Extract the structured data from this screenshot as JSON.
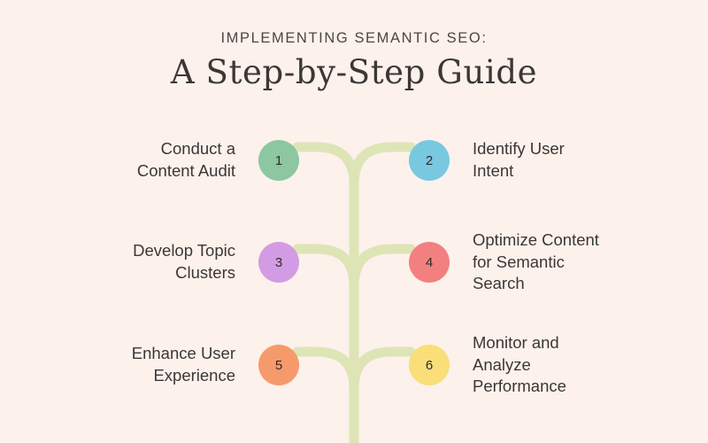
{
  "canvas": {
    "background_color": "#fdf1ec",
    "branch_color": "#dde5b6"
  },
  "header": {
    "eyebrow": "IMPLEMENTING SEMANTIC SEO:",
    "headline": "A Step-by-Step Guide",
    "eyebrow_color": "#4a4643",
    "headline_color": "#3b3735"
  },
  "steps": [
    {
      "number": "1",
      "label": "Conduct a\nContent Audit",
      "side": "left",
      "color": "#8cc7a1"
    },
    {
      "number": "2",
      "label": "Identify User\nIntent",
      "side": "right",
      "color": "#78c8df"
    },
    {
      "number": "3",
      "label": "Develop Topic\nClusters",
      "side": "left",
      "color": "#d39be3"
    },
    {
      "number": "4",
      "label": "Optimize Content\nfor Semantic\nSearch",
      "side": "right",
      "color": "#f28080"
    },
    {
      "number": "5",
      "label": "Enhance User\nExperience",
      "side": "left",
      "color": "#f79a6b"
    },
    {
      "number": "6",
      "label": "Monitor and\nAnalyze\nPerformance",
      "side": "right",
      "color": "#fade78"
    }
  ]
}
